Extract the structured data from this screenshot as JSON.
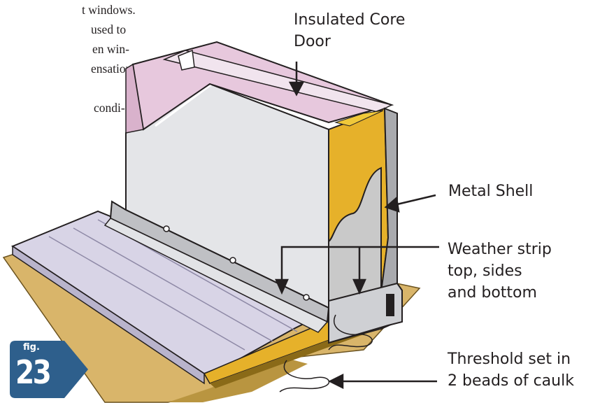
{
  "body_text": {
    "lines": [
      "t windows.",
      "used to",
      "en win-",
      "ensation",
      "",
      "condi-"
    ]
  },
  "labels": {
    "core_line1": "Insulated Core",
    "core_line2": "Door",
    "shell": "Metal Shell",
    "weather_line1": "Weather strip",
    "weather_line2": "top, sides",
    "weather_line3": "and bottom",
    "threshold_line1": "Threshold set in",
    "threshold_line2": "2 beads of caulk"
  },
  "figure": {
    "word": "fig.",
    "number": "23"
  },
  "colors": {
    "badge": "#2e5f8c",
    "insulation": "#e6b12a",
    "shell": "#c8c8c8",
    "floor": "#d9b56a",
    "threshold": "#d8d4e6",
    "pink_foam": "#e7c8dd"
  }
}
